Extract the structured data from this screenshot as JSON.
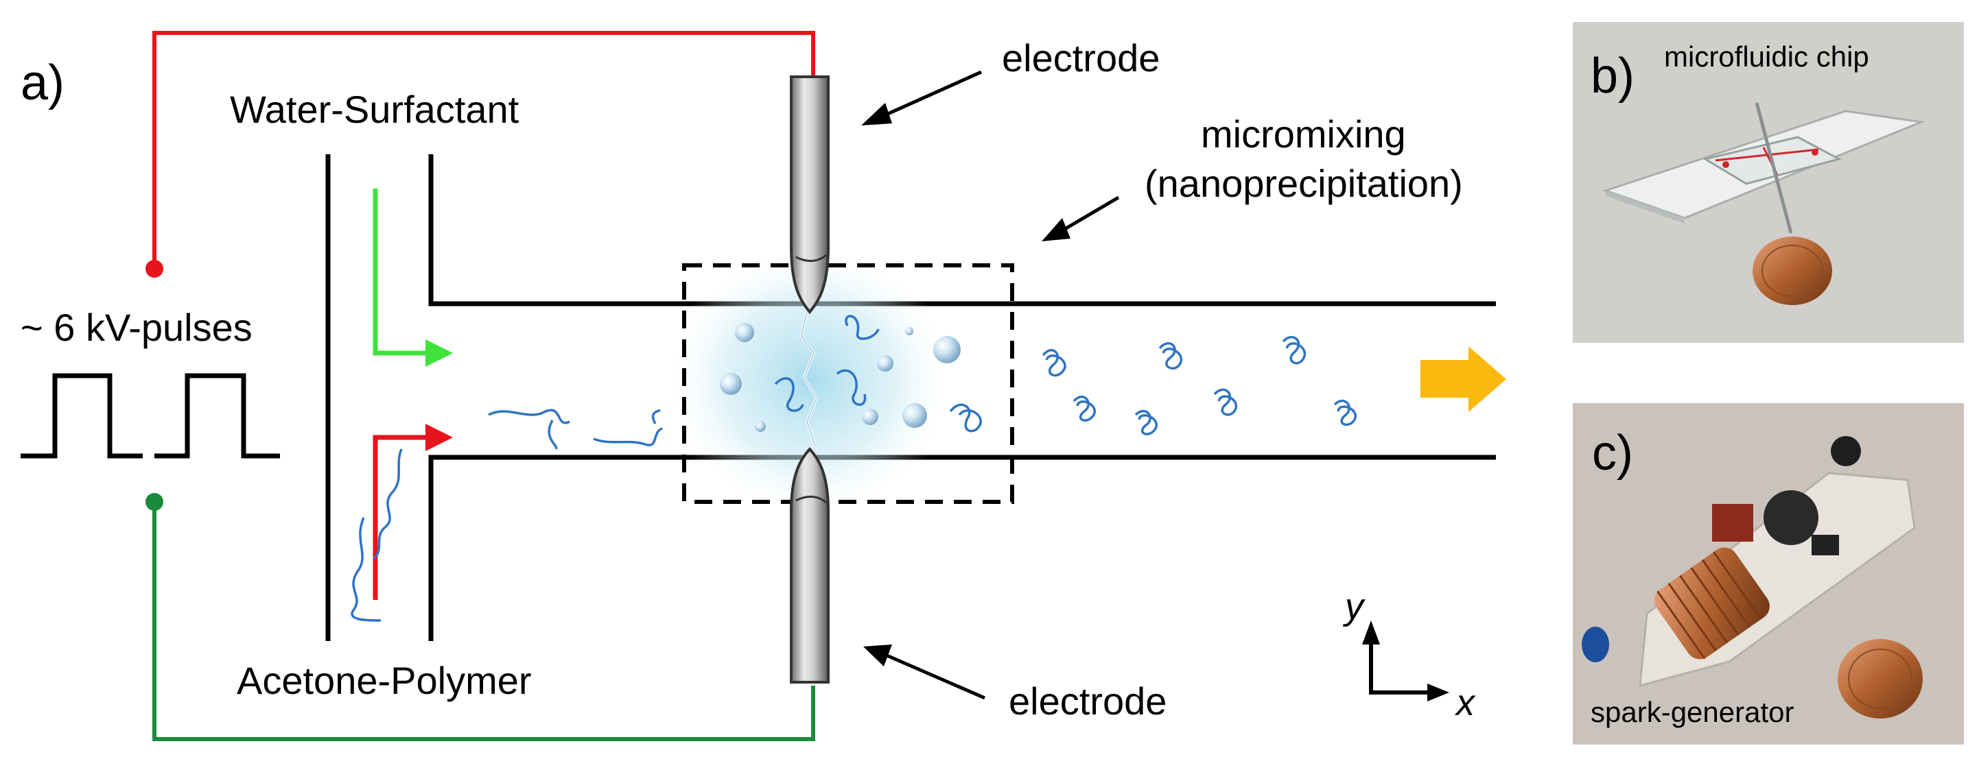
{
  "panels": {
    "a": "a)",
    "b": "b)",
    "c": "c)"
  },
  "labels": {
    "water_surfactant": "Water-Surfactant",
    "acetone_polymer": "Acetone-Polymer",
    "pulses": "~ 6 kV-pulses",
    "electrode_top": "electrode",
    "electrode_bottom": "electrode",
    "micromixing": "micromixing",
    "nanoprecipitation": "(nanoprecipitation)",
    "microfluidic_chip": "microfluidic chip",
    "spark_generator": "spark-generator",
    "axis_x": "x",
    "axis_y": "y"
  },
  "colors": {
    "positive_wire": "#e8141b",
    "ground_wire": "#1a8a3c",
    "water_flow": "#3fe23a",
    "acetone_flow": "#e8141b",
    "polymer": "#2f73c4",
    "output_arrow": "#fbb910",
    "channel": "#000000"
  }
}
